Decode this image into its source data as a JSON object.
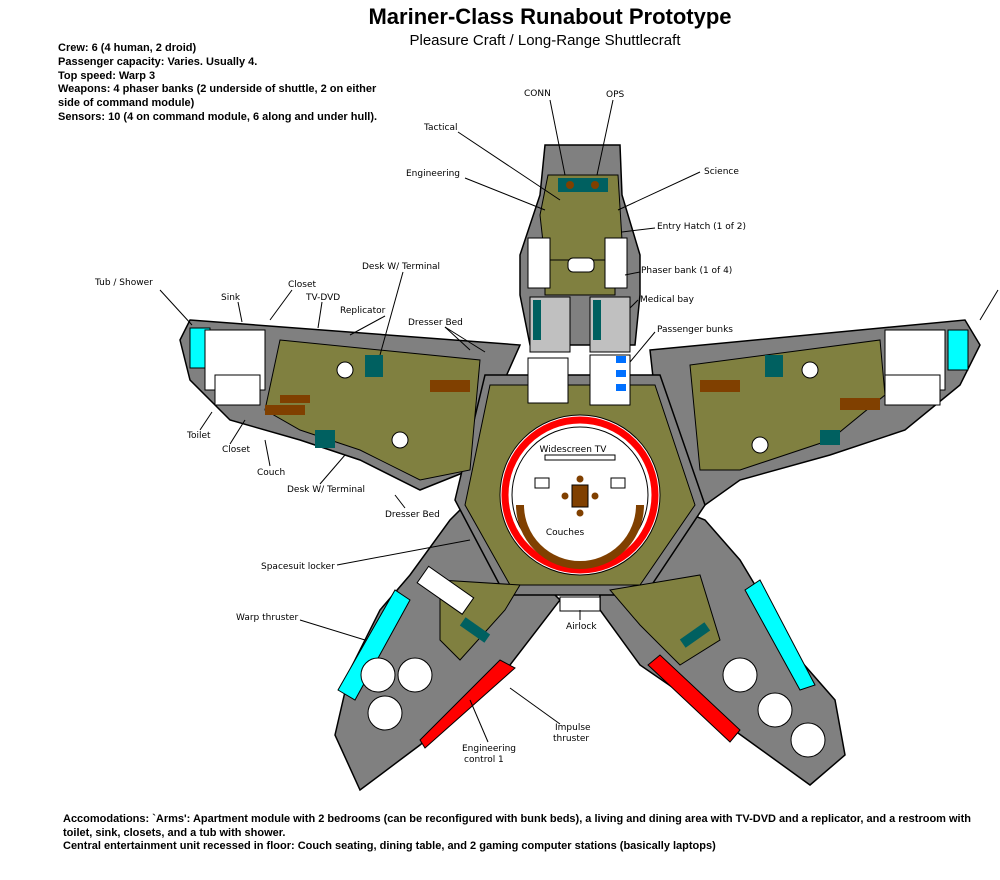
{
  "title": "Mariner-Class Runabout Prototype",
  "subtitle": "Pleasure Craft / Long-Range Shuttlecraft",
  "specs": [
    "Crew: 6 (4 human, 2 droid)",
    "Passenger capacity: Varies. Usually 4.",
    "Top speed: Warp 3",
    "Weapons: 4 phaser banks (2 underside of shuttle, 2 on either side of command module)",
    "Sensors: 10 (4 on command module, 6 along and under hull)."
  ],
  "labels": {
    "conn": "CONN",
    "ops": "OPS",
    "tactical": "Tactical",
    "science": "Science",
    "engineering": "Engineering",
    "entry_hatch": "Entry Hatch (1 of 2)",
    "phaser_bank": "Phaser bank (1 of 4)",
    "medical_bay": "Medical bay",
    "passenger_bunks": "Passenger bunks",
    "desk_terminal_top": "Desk W/ Terminal",
    "tub_shower": "Tub / Shower",
    "closet_top": "Closet",
    "sink": "Sink",
    "tv_dvd": "TV-DVD",
    "replicator": "Replicator",
    "dresser_bed_top": "Dresser Bed",
    "toilet": "Toilet",
    "closet_bottom": "Closet",
    "couch": "Couch",
    "desk_terminal_bottom": "Desk W/ Terminal",
    "dresser_bed_bottom": "Dresser Bed",
    "widescreen_tv": "Widescreen TV",
    "couches": "Couches",
    "spacesuit_locker": "Spacesuit locker",
    "warp_thruster": "Warp thruster",
    "airlock": "Airlock",
    "impulse_1": "Impulse",
    "impulse_2": "thruster",
    "eng_control_1": "Engineering",
    "eng_control_2": "control 1"
  },
  "notes": [
    "Accomodations: `Arms':  Apartment module with 2 bedrooms (can be reconfigured with bunk beds), a living and dining area with TV-DVD and a replicator, and a restroom with toilet, sink, closets, and a tub with shower.",
    "Central entertainment unit recessed in floor: Couch seating, dining table, and 2 gaming computer stations (basically laptops)"
  ],
  "colors": {
    "hull": "#808080",
    "floor": "#808040",
    "wall": "#000000",
    "cyan": "#00ffff",
    "red": "#ff0000",
    "teal": "#006060",
    "brown": "#804000",
    "white": "#ffffff"
  }
}
